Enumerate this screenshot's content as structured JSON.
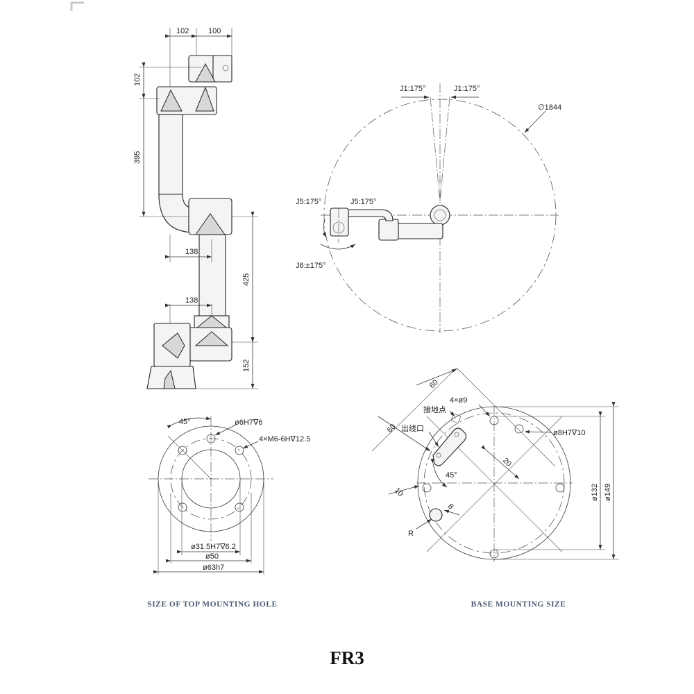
{
  "title": "FR3",
  "side_view": {
    "dims": {
      "d102_top": "102",
      "d100_top": "100",
      "d102_left": "102",
      "d395": "395",
      "d138_a": "138",
      "d425": "425",
      "d138_b": "138",
      "d152": "152"
    }
  },
  "top_view": {
    "joint_labels": {
      "j1_left": "J1:175°",
      "j1_right": "J1:175°",
      "j5_left": "J5:175°",
      "j5_right": "J5:175°",
      "j6": "J6:±175°"
    },
    "diameter": "1844"
  },
  "top_mount": {
    "caption": "SIZE OF TOP MOUNTING HOLE",
    "labels": {
      "angle": "45°",
      "pin": "ø6H7∇6",
      "threads": "4×M6-6H∇12.5",
      "bore": "ø31.5H7∇6.2",
      "d50": "ø50",
      "d63": "ø63h7"
    }
  },
  "base_mount": {
    "caption": "BASE MOUNTING SIZE",
    "labels": {
      "d60_top": "60",
      "d60_left": "60",
      "holes": "4×ø9",
      "ground": "接地点",
      "outlet": "出线口",
      "pin": "ø8H7∇10",
      "d20": "20",
      "angle": "45°",
      "d10": "10",
      "d8": "8",
      "radius": "R",
      "d132": "ø132",
      "d149": "ø149"
    }
  }
}
